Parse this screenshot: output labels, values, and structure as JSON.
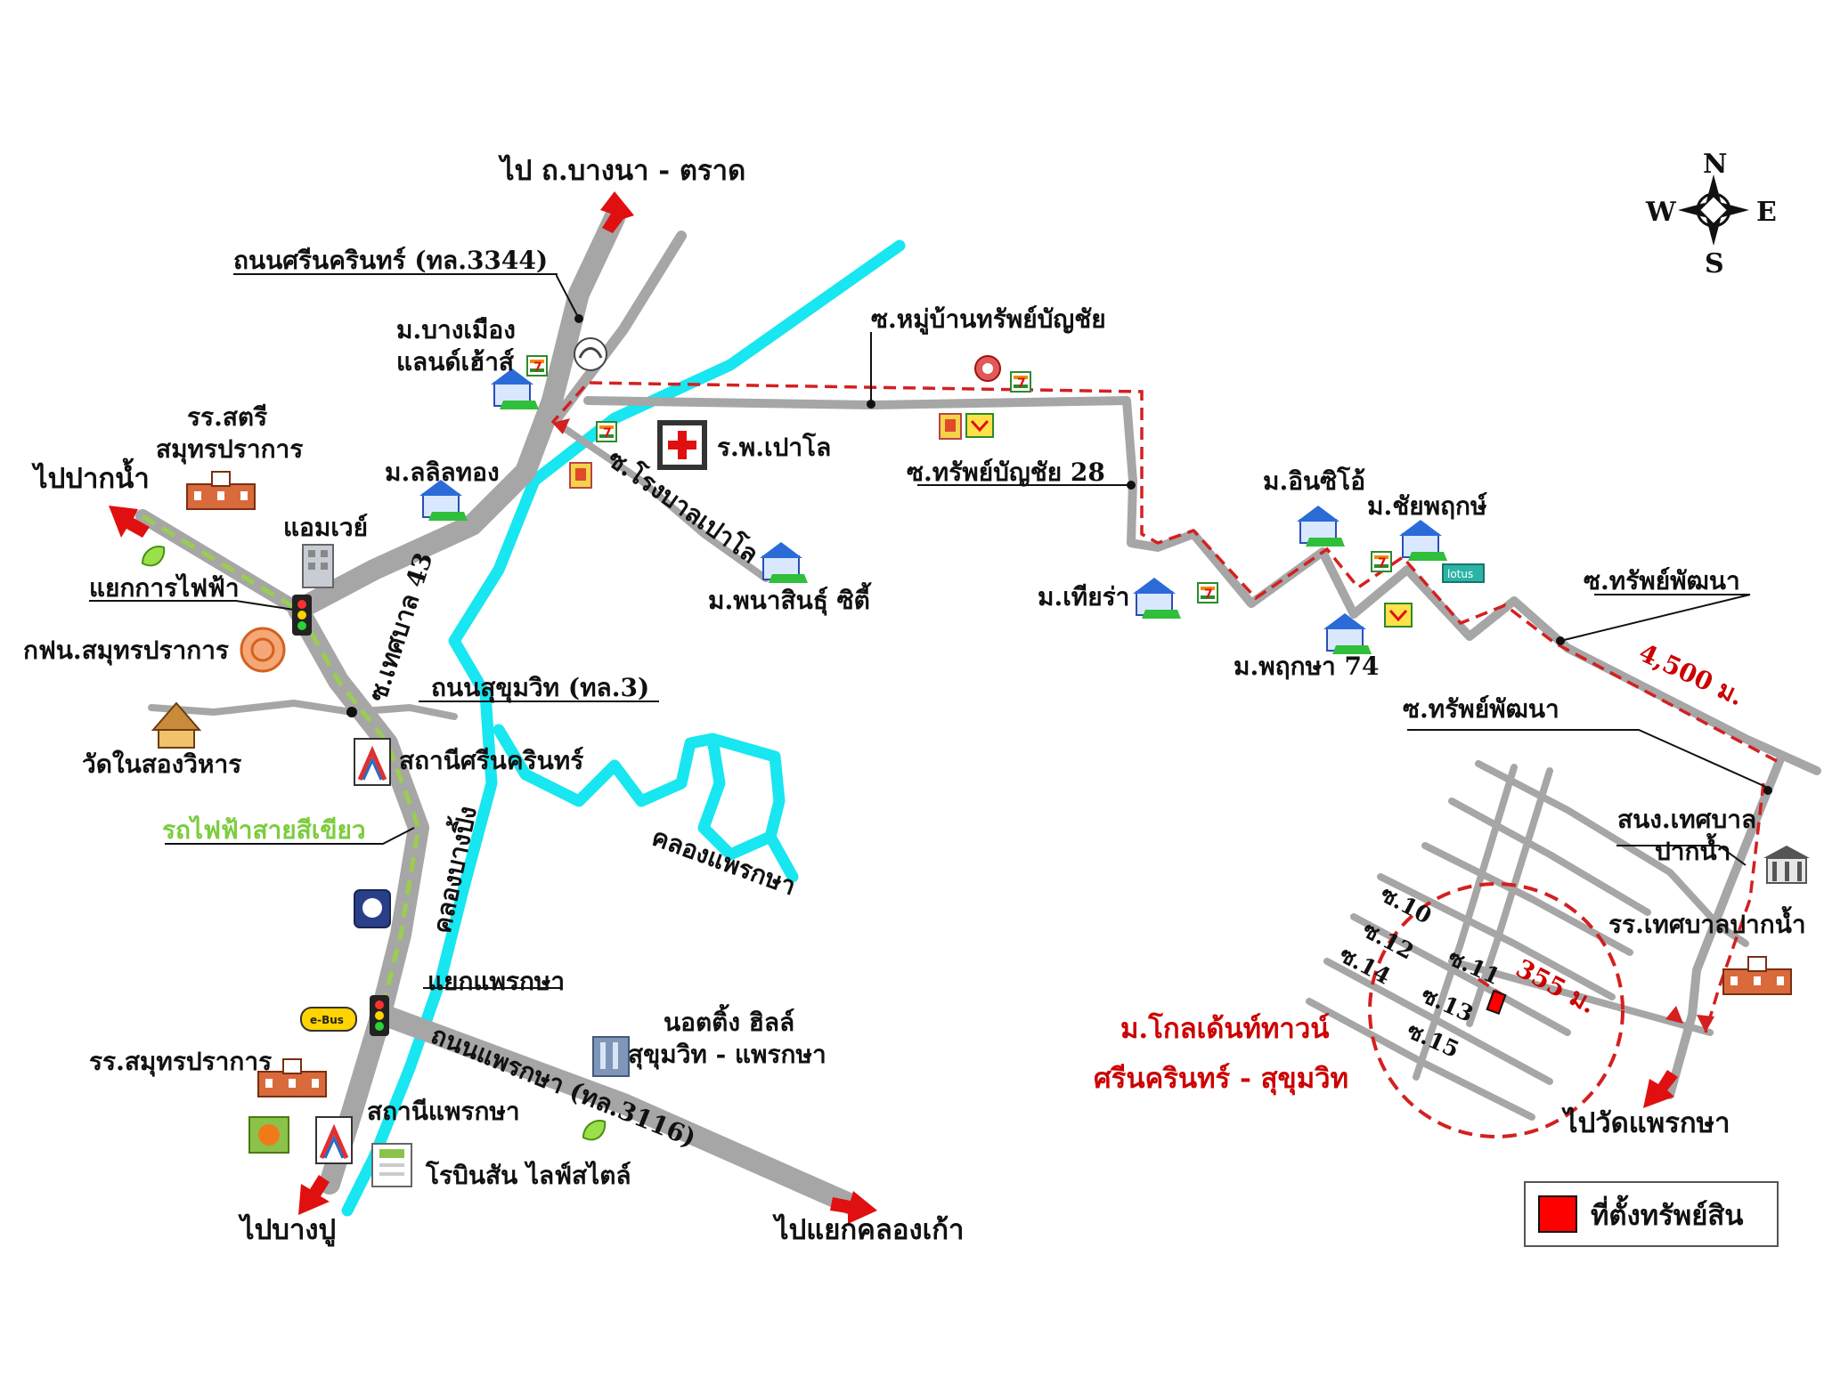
{
  "compass": {
    "n": "N",
    "s": "S",
    "e": "E",
    "w": "W"
  },
  "directions": {
    "bangna_trat": "ไป ถ.บางนา - ตราด",
    "paknam": "ไปปากน้ำ",
    "bangpu": "ไปบางปู",
    "klong_kao": "ไปแยกคลองเก้า",
    "wat_phraeksa": "ไปวัดแพรกษา"
  },
  "roads": {
    "srinakarin": "ถนนศรีนครินทร์ (ทล.3344)",
    "sukhumvit": "ถนนสุขุมวิท (ทล.3)",
    "phraeksa": "ถนนแพรกษา (ทล.3116)",
    "soi_thetsaban43": "ซ.เทศบาล 43",
    "soi_paolo_hospital": "ซ.โรงบาลเปาโล",
    "soi_sap_banchai_village": "ซ.หมู่บ้านทรัพย์บัญชัย",
    "soi_sap_banchai_28": "ซ.ทรัพย์บัญชัย 28",
    "soi_sap_phatthana_1": "ซ.ทรัพย์พัฒนา",
    "soi_sap_phatthana_2": "ซ.ทรัพย์พัฒนา",
    "soi_10": "ซ.10",
    "soi_11": "ซ.11",
    "soi_12": "ซ.12",
    "soi_13": "ซ.13",
    "soi_14": "ซ.14",
    "soi_15": "ซ.15",
    "bts_green_line": "รถไฟฟ้าสายสีเขียว",
    "klong_bang_ping": "คลองบางปิ้ง",
    "klong_phraeksa": "คลองแพรกษา"
  },
  "places": {
    "bangmueang_1": "ม.บางเมือง",
    "bangmueang_2": "แลนด์เฮ้าส์",
    "satri_school_1": "รร.สตรี",
    "satri_school_2": "สมุทรปราการ",
    "lalin_thong": "ม.ลลิลทอง",
    "amway": "แอมเวย์",
    "paolo_hospital": "ร.พ.เปาโล",
    "phanasin_city": "ม.พนาสินธุ์ ซิตี้",
    "egat_junction": "แยกการไฟฟ้า",
    "pea_samutprakan": "กฟน.สมุทรปราการ",
    "wat_nai_song": "วัดในสองวิหาร",
    "srinakarin_station": "สถานีศรีนครินทร์",
    "phraeksa_junction": "แยกแพรกษา",
    "samutprakan_school": "รร.สมุทรปราการ",
    "phraeksa_station": "สถานีแพรกษา",
    "notting_hill_1": "นอตติ้ง ฮิลล์",
    "notting_hill_2": "สุขุมวิท - แพรกษา",
    "robinson": "โรบินสัน ไลฟ์สไตล์",
    "intizio": "ม.อินซิโอ้",
    "chaiyaphruek": "ม.ชัยพฤกษ์",
    "tiara": "ม.เทียร่า",
    "pruksa74": "ม.พฤกษา 74",
    "municipal_office_1": "สนง.เทศบาล",
    "municipal_office_2": "ปากน้ำ",
    "municipal_school": "รร.เทศบาลปากน้ำ"
  },
  "distances": {
    "main": "4,500 ม.",
    "local": "355 ม."
  },
  "project": {
    "line1": "ม.โกลเด้นท์ทาวน์",
    "line2": "ศรีนครินทร์ - สุขุมวิท"
  },
  "legend": {
    "label": "ที่ตั้งทรัพย์สิน",
    "swatch_color": "#ff0000"
  },
  "brand_marks": {
    "seven_eleven": "7",
    "bts": "BTS",
    "lotus": "lotus",
    "ebus": "e-Bus"
  },
  "colors": {
    "road": "#a6a6a6",
    "canal": "#18e6f0",
    "route": "#d42020",
    "bts_line": "#9acd50",
    "project_text": "#cc0000"
  }
}
